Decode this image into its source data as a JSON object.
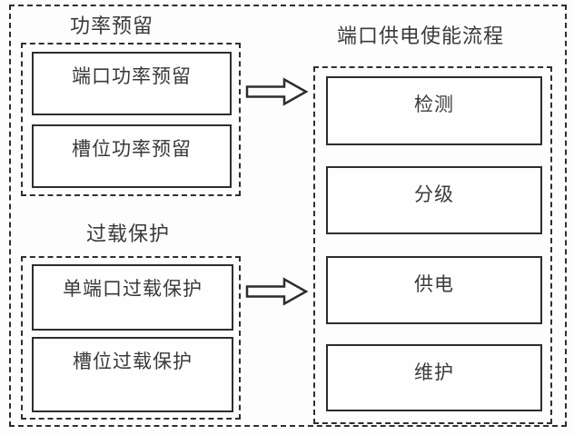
{
  "colors": {
    "line": "#2f2f2f",
    "text": "#3a3a3a",
    "background": "#fdfdfd"
  },
  "groups": {
    "power_reservation": {
      "title": "功率预留",
      "boxes": [
        "端口功率预留",
        "槽位功率预留"
      ]
    },
    "overload_protection": {
      "title": "过载保护",
      "boxes": [
        "单端口过载保护",
        "槽位过载保护"
      ]
    },
    "port_power_enable_flow": {
      "title": "端口供电使能流程",
      "boxes": [
        "检测",
        "分级",
        "供电",
        "维护"
      ]
    }
  },
  "arrows": [
    {
      "icon": "right-arrow-icon",
      "from": "power_reservation",
      "to": "port_power_enable_flow"
    },
    {
      "icon": "right-arrow-icon",
      "from": "overload_protection",
      "to": "port_power_enable_flow"
    }
  ]
}
